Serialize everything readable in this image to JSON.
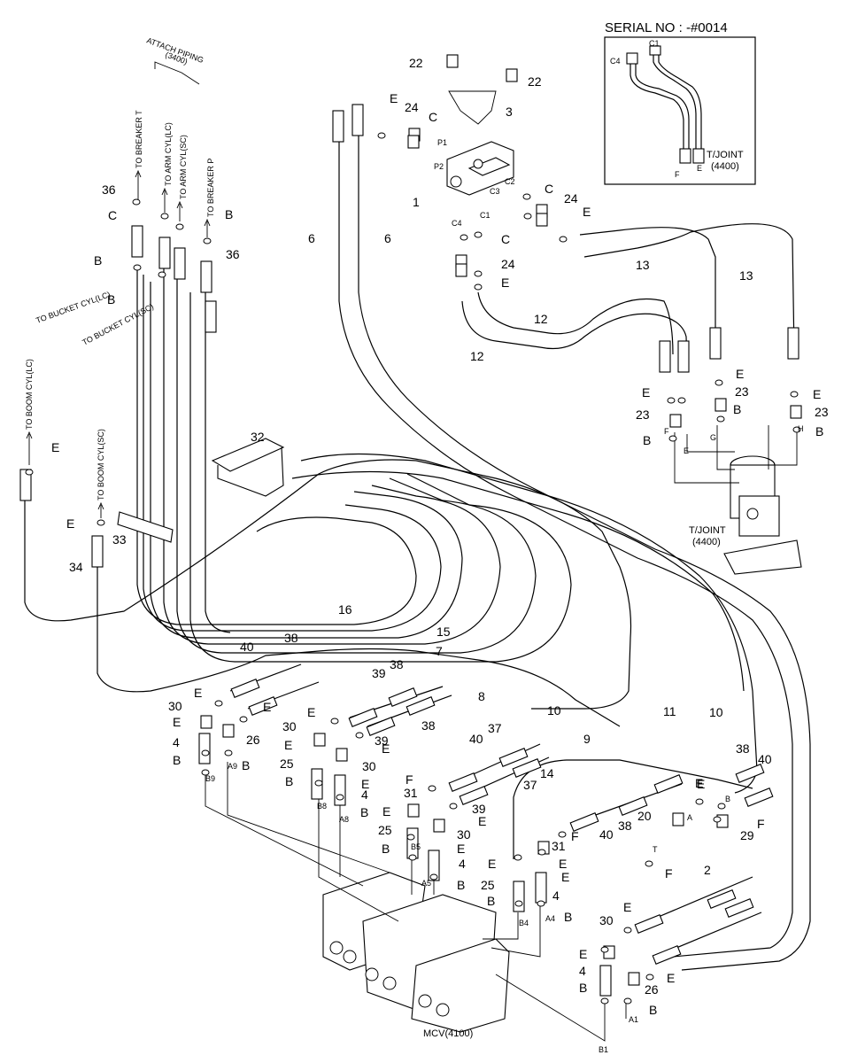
{
  "serial": {
    "text": "SERIAL NO : -#0014"
  },
  "inset_labels": {
    "c4": "C4",
    "c1": "C1",
    "f": "F",
    "e": "E",
    "tjoint": "T/JOINT",
    "tjoint_code": "(4400)"
  },
  "attach": {
    "title": "ATTACH PIPING",
    "code": "(3400)"
  },
  "directions": {
    "breaker_t": "TO BREAKER T",
    "arm_lc": "TO ARM CYL(LC)",
    "arm_sc": "TO ARM CYL(SC)",
    "breaker_p": "TO BREAKER P",
    "bucket_lc": "TO BUCKET CYL(LC)",
    "bucket_sc": "TO BUCKET CYL(SC)",
    "boom_lc": "TO BOOM CYL(LC)",
    "boom_sc": "TO BOOM CYL(SC)"
  },
  "tjoint_main": {
    "name": "T/JOINT",
    "code": "(4400)"
  },
  "mcv": {
    "name": "MCV(4100)"
  },
  "callouts": [
    {
      "id": "c22a",
      "text": "22"
    },
    {
      "id": "c22b",
      "text": "22"
    },
    {
      "id": "c3",
      "text": "3"
    },
    {
      "id": "cE1",
      "text": "E"
    },
    {
      "id": "c24a",
      "text": "24"
    },
    {
      "id": "cC1",
      "text": "C"
    },
    {
      "id": "c1",
      "text": "1"
    },
    {
      "id": "cC2",
      "text": "C"
    },
    {
      "id": "c24b",
      "text": "24"
    },
    {
      "id": "cE2",
      "text": "E"
    },
    {
      "id": "cC3",
      "text": "C"
    },
    {
      "id": "c24c",
      "text": "24"
    },
    {
      "id": "cE3",
      "text": "E"
    },
    {
      "id": "c13a",
      "text": "13"
    },
    {
      "id": "c13b",
      "text": "13"
    },
    {
      "id": "c12a",
      "text": "12"
    },
    {
      "id": "c12b",
      "text": "12"
    },
    {
      "id": "c6a",
      "text": "6"
    },
    {
      "id": "c6b",
      "text": "6"
    },
    {
      "id": "c36a",
      "text": "36"
    },
    {
      "id": "c36b",
      "text": "36"
    },
    {
      "id": "cCa",
      "text": "C"
    },
    {
      "id": "cBa",
      "text": "B"
    },
    {
      "id": "cBb",
      "text": "B"
    },
    {
      "id": "cBc",
      "text": "B"
    },
    {
      "id": "cE4",
      "text": "E"
    },
    {
      "id": "c23a",
      "text": "23"
    },
    {
      "id": "cE5",
      "text": "E"
    },
    {
      "id": "cE6",
      "text": "E"
    },
    {
      "id": "c23b",
      "text": "23"
    },
    {
      "id": "c23c",
      "text": "23"
    },
    {
      "id": "cBd",
      "text": "B"
    },
    {
      "id": "cBe",
      "text": "B"
    },
    {
      "id": "cBf",
      "text": "B"
    },
    {
      "id": "c32",
      "text": "32"
    },
    {
      "id": "cE7",
      "text": "E"
    },
    {
      "id": "cE8",
      "text": "E"
    },
    {
      "id": "c33",
      "text": "33"
    },
    {
      "id": "c34",
      "text": "34"
    },
    {
      "id": "c16",
      "text": "16"
    },
    {
      "id": "c15",
      "text": "15"
    },
    {
      "id": "c40a",
      "text": "40"
    },
    {
      "id": "c38a",
      "text": "38"
    },
    {
      "id": "c7",
      "text": "7"
    },
    {
      "id": "c38b",
      "text": "38"
    },
    {
      "id": "c39a",
      "text": "39"
    },
    {
      "id": "c8",
      "text": "8"
    },
    {
      "id": "c10a",
      "text": "10"
    },
    {
      "id": "c11",
      "text": "11"
    },
    {
      "id": "c10b",
      "text": "10"
    },
    {
      "id": "c9",
      "text": "9"
    },
    {
      "id": "c30a",
      "text": "30"
    },
    {
      "id": "cE9",
      "text": "E"
    },
    {
      "id": "cE10",
      "text": "E"
    },
    {
      "id": "cE11",
      "text": "E"
    },
    {
      "id": "c4a",
      "text": "4"
    },
    {
      "id": "c26a",
      "text": "26"
    },
    {
      "id": "cBg",
      "text": "B"
    },
    {
      "id": "cBh",
      "text": "B"
    },
    {
      "id": "c39b",
      "text": "39"
    },
    {
      "id": "c38c",
      "text": "38"
    },
    {
      "id": "cE12",
      "text": "E"
    },
    {
      "id": "c30b",
      "text": "30"
    },
    {
      "id": "cE13",
      "text": "E"
    },
    {
      "id": "c40b",
      "text": "40"
    },
    {
      "id": "c37a",
      "text": "37"
    },
    {
      "id": "c38d",
      "text": "38"
    },
    {
      "id": "c40c",
      "text": "40"
    },
    {
      "id": "cE14",
      "text": "E"
    },
    {
      "id": "c30c",
      "text": "30"
    },
    {
      "id": "c25a",
      "text": "25"
    },
    {
      "id": "cE15",
      "text": "E"
    },
    {
      "id": "cBi",
      "text": "B"
    },
    {
      "id": "c4b",
      "text": "4"
    },
    {
      "id": "cBj",
      "text": "B"
    },
    {
      "id": "cF1",
      "text": "F"
    },
    {
      "id": "c39c",
      "text": "39"
    },
    {
      "id": "c37b",
      "text": "37"
    },
    {
      "id": "c14",
      "text": "14"
    },
    {
      "id": "cE16",
      "text": "E"
    },
    {
      "id": "c31a",
      "text": "31"
    },
    {
      "id": "cE17",
      "text": "E"
    },
    {
      "id": "c30d",
      "text": "30"
    },
    {
      "id": "cE18",
      "text": "E"
    },
    {
      "id": "c25b",
      "text": "25"
    },
    {
      "id": "c4c",
      "text": "4"
    },
    {
      "id": "cBk",
      "text": "B"
    },
    {
      "id": "cBl",
      "text": "B"
    },
    {
      "id": "cE19",
      "text": "E"
    },
    {
      "id": "cF2",
      "text": "F"
    },
    {
      "id": "c40d",
      "text": "40"
    },
    {
      "id": "c38e",
      "text": "38"
    },
    {
      "id": "c20",
      "text": "20"
    },
    {
      "id": "c29",
      "text": "29"
    },
    {
      "id": "cF3",
      "text": "F"
    },
    {
      "id": "c2",
      "text": "2"
    },
    {
      "id": "cF4",
      "text": "F"
    },
    {
      "id": "cE20",
      "text": "E"
    },
    {
      "id": "c25c",
      "text": "25"
    },
    {
      "id": "cE21",
      "text": "E"
    },
    {
      "id": "c31b",
      "text": "31"
    },
    {
      "id": "cE22",
      "text": "E"
    },
    {
      "id": "c4d",
      "text": "4"
    },
    {
      "id": "cBm",
      "text": "B"
    },
    {
      "id": "cBn",
      "text": "B"
    },
    {
      "id": "c30e",
      "text": "30"
    },
    {
      "id": "cE23",
      "text": "E"
    },
    {
      "id": "cE24",
      "text": "E"
    },
    {
      "id": "c4e",
      "text": "4"
    },
    {
      "id": "c26b",
      "text": "26"
    },
    {
      "id": "cE25",
      "text": "E"
    },
    {
      "id": "cBo",
      "text": "B"
    },
    {
      "id": "cBp",
      "text": "B"
    },
    {
      "id": "cE26",
      "text": "E"
    }
  ],
  "ports": [
    {
      "id": "p1",
      "text": "P1"
    },
    {
      "id": "p2",
      "text": "P2"
    },
    {
      "id": "c2",
      "text": "C2"
    },
    {
      "id": "c3",
      "text": "C3"
    },
    {
      "id": "c4",
      "text": "C4"
    },
    {
      "id": "c1",
      "text": "C1"
    },
    {
      "id": "g",
      "text": "G"
    },
    {
      "id": "f",
      "text": "F"
    },
    {
      "id": "e",
      "text": "E"
    },
    {
      "id": "h",
      "text": "H"
    },
    {
      "id": "b9",
      "text": "B9"
    },
    {
      "id": "a9",
      "text": "A9"
    },
    {
      "id": "b8",
      "text": "B8"
    },
    {
      "id": "a8",
      "text": "A8"
    },
    {
      "id": "b5",
      "text": "B5"
    },
    {
      "id": "a5",
      "text": "A5"
    },
    {
      "id": "b4",
      "text": "B4"
    },
    {
      "id": "a4",
      "text": "A4"
    },
    {
      "id": "a1",
      "text": "A1"
    },
    {
      "id": "b1",
      "text": "B1"
    },
    {
      "id": "t",
      "text": "T"
    },
    {
      "id": "a",
      "text": "A"
    },
    {
      "id": "b",
      "text": "B"
    }
  ]
}
